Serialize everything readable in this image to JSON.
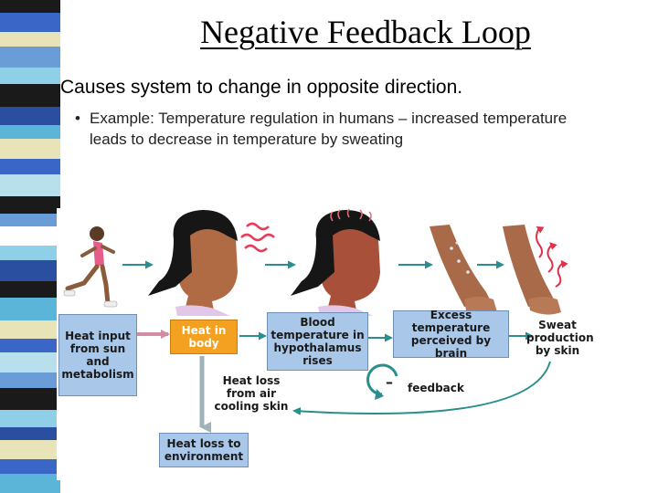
{
  "slide": {
    "title": "Negative Feedback Loop",
    "bullet_main": "Causes system to change in opposite direction.",
    "bullet_sub_marker": "•",
    "bullet_sub": "Example: Temperature regulation in humans – increased temperature leads to decrease in temperature by sweating"
  },
  "diagram": {
    "box_heat_input": "Heat input from sun and metabolism",
    "box_heat_body": "Heat in body",
    "box_blood_temp": "Blood temperature in hypothalamus rises",
    "box_excess_temp": "Excess temperature perceived by brain",
    "label_sweat": "Sweat production by skin",
    "label_heat_loss_air": "Heat loss from air cooling skin",
    "box_heat_loss_env": "Heat loss to environment",
    "feedback_symbol": "–",
    "feedback_label": "feedback"
  },
  "colors": {
    "box_blue": "#a9c7e8",
    "box_orange": "#f4a020",
    "arrow_teal": "#2a8e8e",
    "heat_waves_red": "#e83a5a"
  }
}
